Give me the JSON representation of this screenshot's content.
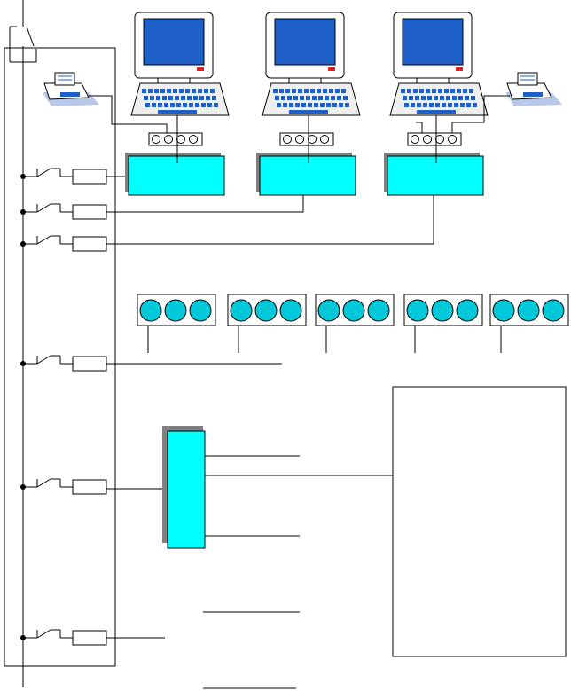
{
  "diagram": {
    "colors": {
      "line": "#000000",
      "screen": "#1f5fc8",
      "monitor_body": "#ffffff",
      "keyboard_body": "#efefef",
      "key": "#1f5fc8",
      "cabinet": "#00ffff",
      "cabinet_shadow": "#808080",
      "lamp": "#00c8d8",
      "led": "#e02020"
    },
    "workstations": [
      {
        "id": "ws-1"
      },
      {
        "id": "ws-2"
      },
      {
        "id": "ws-3"
      }
    ],
    "printers": [
      {
        "id": "printer-left"
      },
      {
        "id": "printer-right"
      }
    ],
    "lamp_groups": [
      {
        "lamps": 3
      },
      {
        "lamps": 3
      },
      {
        "lamps": 3
      },
      {
        "lamps": 3
      },
      {
        "lamps": 3
      }
    ],
    "feeder_circuits": 6
  }
}
